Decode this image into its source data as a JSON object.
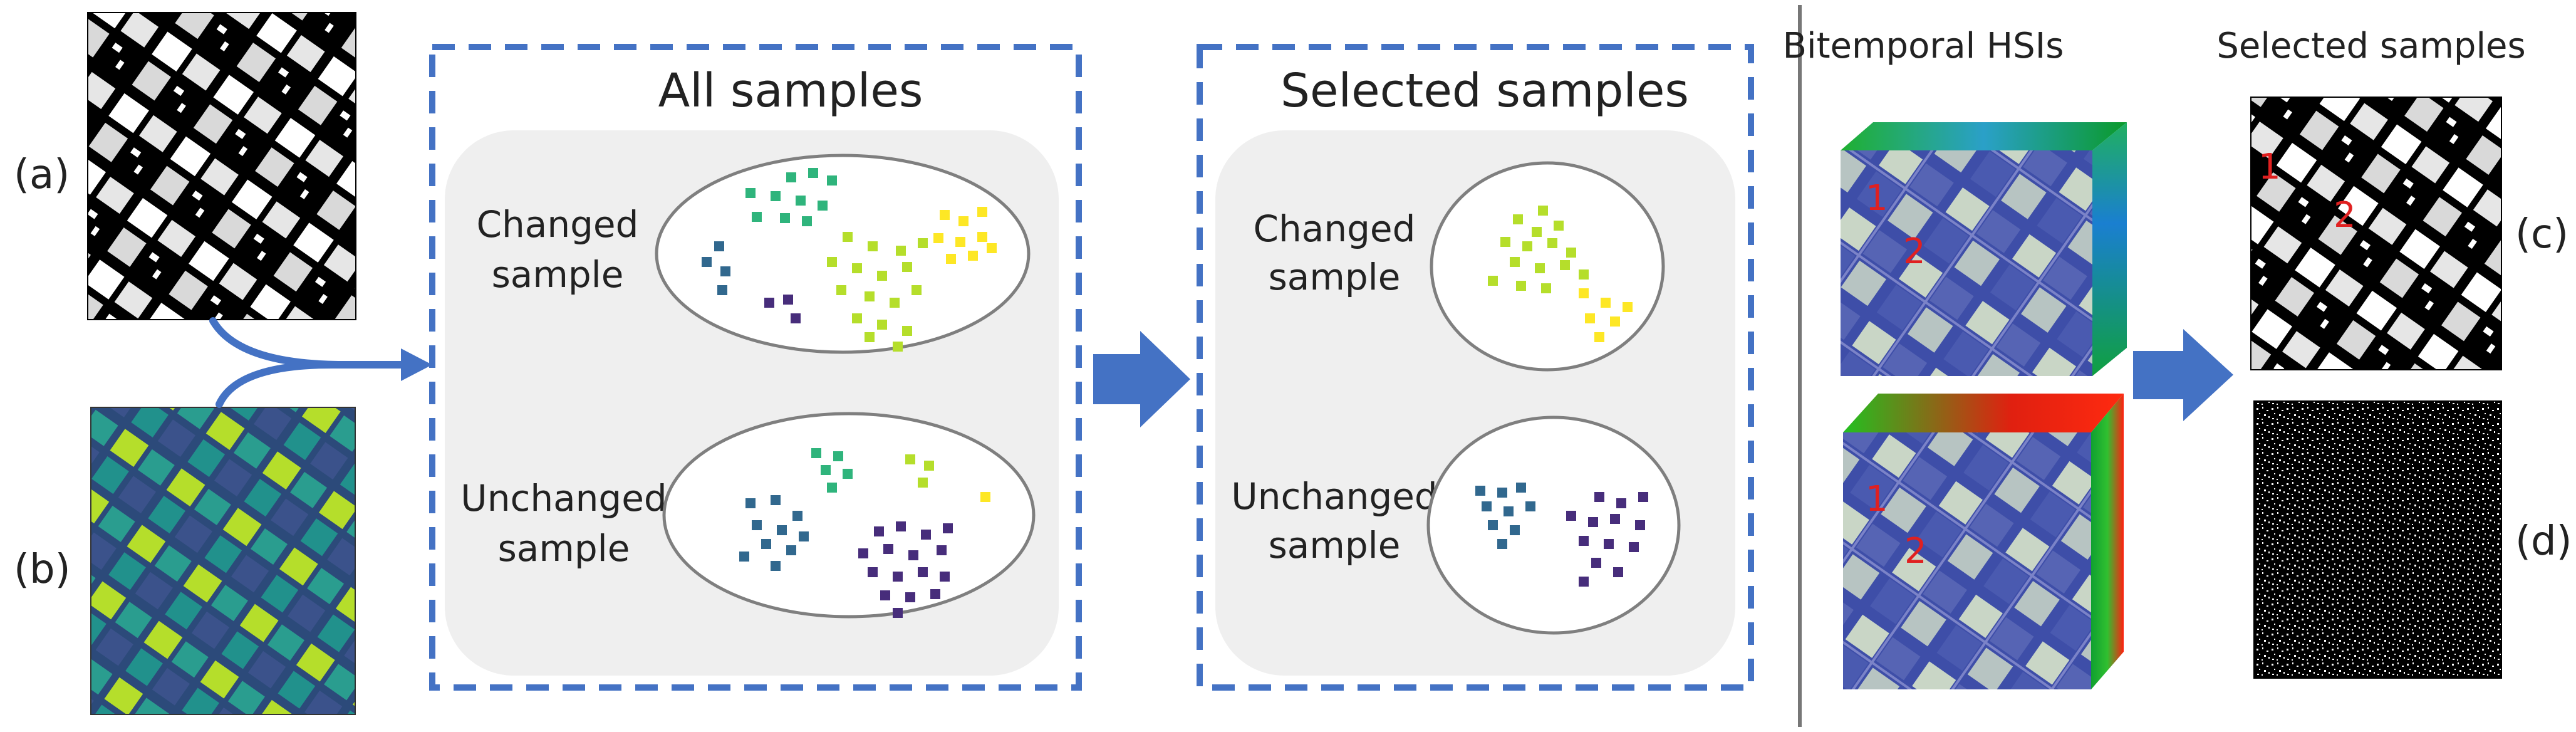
{
  "labels": {
    "a": "(a)",
    "b": "(b)",
    "c": "(c)",
    "d": "(d)",
    "one": "1",
    "two": "2"
  },
  "panels": {
    "all": {
      "title": "All samples",
      "changed_line1": "Changed",
      "changed_line2": "sample",
      "unchanged_line1": "Unchanged",
      "unchanged_line2": "sample"
    },
    "selected": {
      "title": "Selected samples",
      "changed_line1": "Changed",
      "changed_line2": "sample",
      "unchanged_line1": "Unchanged",
      "unchanged_line2": "sample"
    }
  },
  "right": {
    "hsi_title": "Bitemporal HSIs",
    "samples_title": "Selected samples"
  },
  "colors": {
    "dashed_border": "#4472c4",
    "arrow": "#4472c4",
    "panel_bg": "#efefef",
    "ellipse_stroke": "#7f7f7f",
    "cluster_green": "#2fb47c",
    "cluster_teal": "#31688e",
    "cluster_yellow_green": "#b5de2b",
    "cluster_yellow": "#fde725",
    "cluster_purple": "#472d7b",
    "map_label_red": "#e02020"
  }
}
